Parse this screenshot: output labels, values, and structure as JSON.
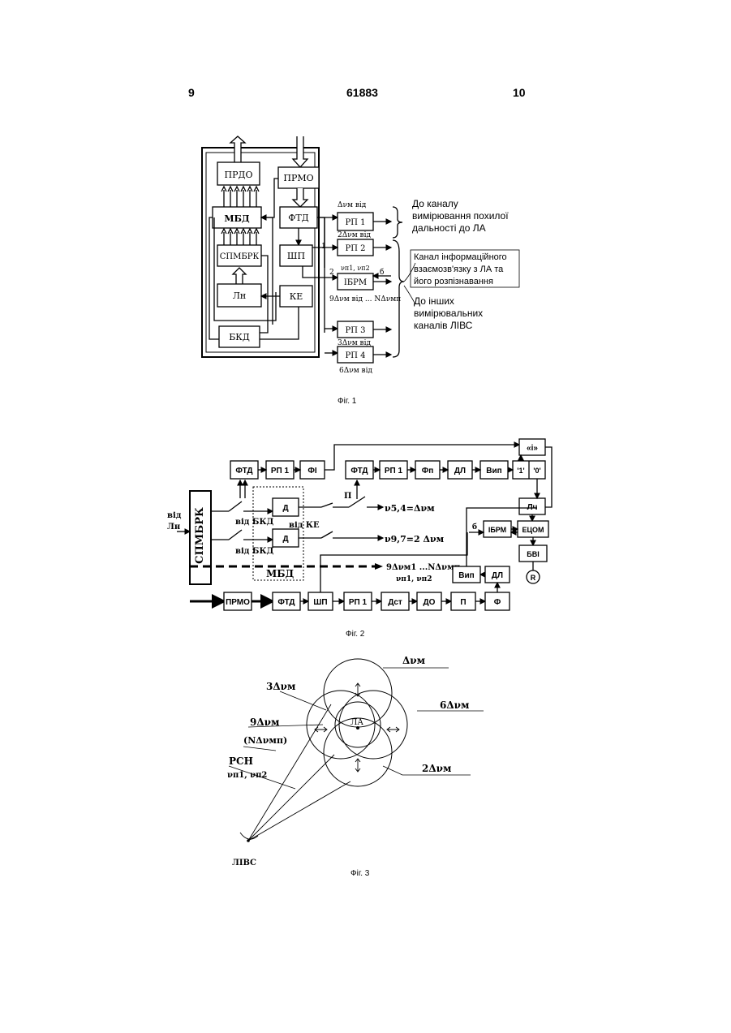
{
  "header": {
    "left_page": "9",
    "patent_number": "61883",
    "right_page": "10"
  },
  "fig1": {
    "caption": "Фіг. 1",
    "blocks": {
      "prdo": "ПРДО",
      "prmo": "ПРМО",
      "mbd": "МБД",
      "ftd": "ФТД",
      "spmbrk": "СПМБРК",
      "shp": "ШП",
      "ln": "Лн",
      "ke": "КЕ",
      "bkd": "БКД",
      "rp1": "РП 1",
      "rp2": "РП 2",
      "ibrm": "ІБРМ",
      "rp3": "РП 3",
      "rp4": "РП 4"
    },
    "labels": {
      "dv_vid": "Δνм від",
      "two_dv_vid": "2Δνм від",
      "nu_pair": "νп1, νп2",
      "nine_dv": "9Δνм від ... NΔνмп",
      "three_dv_vid": "3Δνм від",
      "six_dv_vid": "6Δνм від",
      "num1": "1",
      "num2": "2",
      "num6": "б"
    },
    "notes": {
      "range_line1": "До каналу",
      "range_line2": "вимірювання похилої",
      "range_line3": "дальності до ЛА",
      "info_line1": "Канал інформаційного",
      "info_line2": "взаємозв'язку з ЛА та",
      "info_line3": "його розпізнавання",
      "other_line1": "До інших",
      "other_line2": "вимірювальних",
      "other_line3": "каналів ЛІВС"
    }
  },
  "fig2": {
    "caption": "Фіг. 2",
    "blocks": {
      "ftd_a": "ФТД",
      "rp1_a": "РП 1",
      "fi": "ФІ",
      "ftd_b": "ФТД",
      "rp1_b": "РП 1",
      "fp": "Фп",
      "dl_a": "ДЛ",
      "vyp_a": "Вип",
      "one": "'1'",
      "zero": "'0'",
      "and_gate": "«і»",
      "lch": "Лч",
      "ibrm": "ІБРМ",
      "etsom": "ЕЦОМ",
      "bvi": "БВІ",
      "r": "R",
      "vyp_b": "Вип",
      "dl_b": "ДЛ",
      "spmbrk": "СПМБРК",
      "d1": "Д",
      "d2": "Д",
      "mbd": "МБД",
      "prmo": "ПРМО",
      "ftd_c": "ФТД",
      "shp": "ШП",
      "rp1_c": "РП 1",
      "dst": "Дст",
      "do": "ДО",
      "p": "П",
      "f": "Ф"
    },
    "labels": {
      "vid_ln1": "від",
      "vid_ln2": "Лн",
      "vid_bkd1": "від БКД",
      "vid_ke": "від КЕ",
      "vid_bkd2": "від БКД",
      "p_label": "П",
      "nu54": "ν5,4=Δνм",
      "nu97": "ν9,7=2 Δνм",
      "nine_dv": "9Δνм1 ...NΔνмп",
      "nu_pair": "νп1, νп2",
      "six": "б"
    }
  },
  "fig3": {
    "caption": "Фіг. 3",
    "labels": {
      "dv": "Δνм",
      "three_dv": "3Δνм",
      "six_dv": "6Δνм",
      "nine_dv": "9Δνм",
      "n_dv": "(NΔνмп)",
      "rsn": "РСН",
      "nu_pair": "νп1, νп2",
      "two_dv": "2Δνм",
      "la": "ЛА",
      "livs": "ЛІВС"
    }
  }
}
